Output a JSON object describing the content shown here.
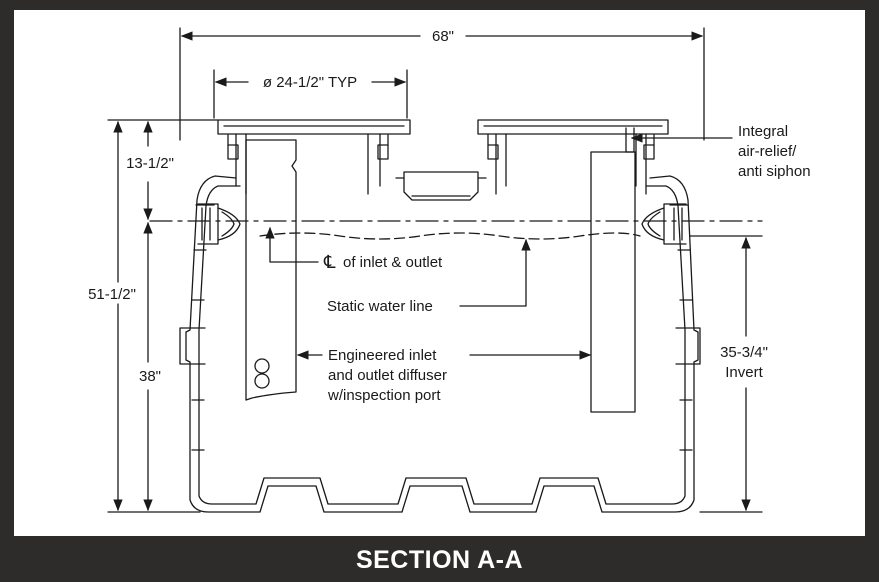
{
  "diagram": {
    "footer_title": "SECTION A-A",
    "dimensions": {
      "overall_width": "68\"",
      "cover_diameter": "ø 24-1/2\" TYP",
      "top_to_centerline": "13-1/2\"",
      "overall_height": "51-1/2\"",
      "bottom_to_centerline": "38\"",
      "invert_value": "35-3/4\"",
      "invert_word": "Invert"
    },
    "callouts": {
      "air_relief_line1": "Integral",
      "air_relief_line2": "air-relief/",
      "air_relief_line3": "anti siphon",
      "centerline_symbol": "℄",
      "centerline_text": "of inlet & outlet",
      "static_water_line": "Static water line",
      "diffuser_line1": "Engineered inlet",
      "diffuser_line2": "and outlet diffuser",
      "diffuser_line3": "w/inspection port"
    },
    "colors": {
      "frame": "#2e2c2a",
      "line": "#1a1a1a",
      "background": "#ffffff"
    }
  }
}
